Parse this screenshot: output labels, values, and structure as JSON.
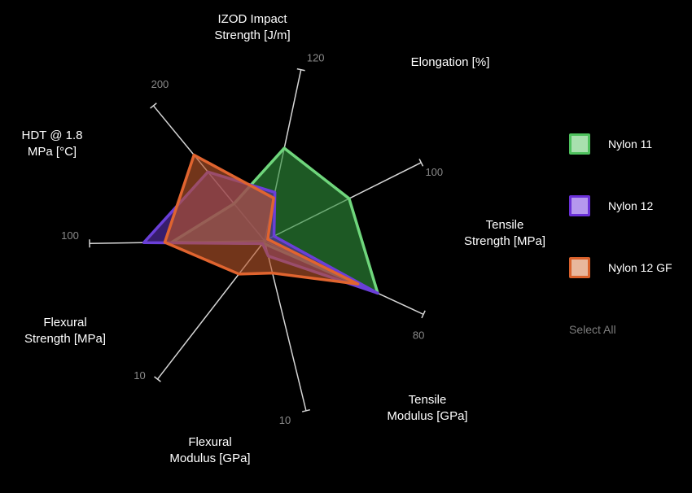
{
  "chart_data": {
    "type": "radar",
    "axes": [
      {
        "label_lines": [
          "IZOD Impact",
          "Strength [J/m]"
        ],
        "max": 120,
        "max_label": "120"
      },
      {
        "label_lines": [
          "Elongation [%]"
        ],
        "max": 100,
        "max_label": "100"
      },
      {
        "label_lines": [
          "Tensile",
          "Strength [MPa]"
        ],
        "max": 80,
        "max_label": "80"
      },
      {
        "label_lines": [
          "Tensile",
          "Modulus [GPa]"
        ],
        "max": 10,
        "max_label": "10"
      },
      {
        "label_lines": [
          "Flexural",
          "Modulus [GPa]"
        ],
        "max": 10,
        "max_label": "10"
      },
      {
        "label_lines": [
          "Flexural",
          "Strength [MPa]"
        ],
        "max": 100,
        "max_label": "100"
      },
      {
        "label_lines": [
          "HDT @ 1.8",
          "MPa [°C]"
        ],
        "max": 200,
        "max_label": "200"
      }
    ],
    "series": [
      {
        "name": "Nylon 11",
        "values": [
          65,
          54,
          57,
          0.2,
          0.2,
          53,
          55
        ],
        "fill": "#2f8f3a",
        "stroke": "#6fd67c"
      },
      {
        "name": "Nylon 12",
        "values": [
          34,
          6,
          57,
          0.9,
          0.2,
          69,
          102
        ],
        "fill": "#5a2fb0",
        "stroke": "#6a3fd8"
      },
      {
        "name": "Nylon 12 GF",
        "values": [
          30,
          2,
          47,
          1.9,
          2.4,
          57,
          127
        ],
        "fill": "#b8552a",
        "stroke": "#e0642f"
      }
    ]
  },
  "legend": {
    "items": [
      {
        "label": "Nylon 11",
        "swatch_fill": "#a8e0ae",
        "swatch_border": "#4fc25e"
      },
      {
        "label": "Nylon 12",
        "swatch_fill": "#b597ee",
        "swatch_border": "#6a30d8"
      },
      {
        "label": "Nylon 12 GF",
        "swatch_fill": "#e8b79d",
        "swatch_border": "#d9612c"
      }
    ],
    "select_all": "Select All"
  }
}
